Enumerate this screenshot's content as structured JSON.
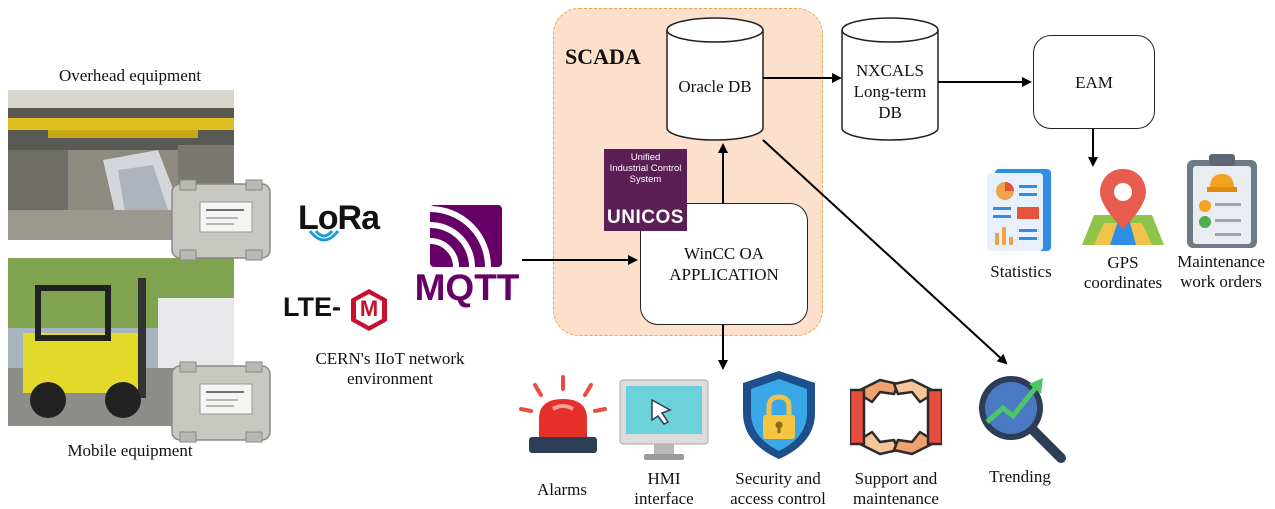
{
  "equipment": {
    "overhead_label": "Overhead equipment",
    "mobile_label": "Mobile equipment"
  },
  "network": {
    "lora_label": "LoRa",
    "lte_label": "LTE-",
    "lte_m_letter": "M",
    "mqtt_label": "MQTT",
    "caption": "CERN's IIoT network\nenvironment"
  },
  "scada": {
    "title": "SCADA",
    "oracle_db": "Oracle DB",
    "wincc_app": "WinCC OA\nAPPLICATION",
    "unicos_small": "Unified\nIndustrial Control\nSystem",
    "unicos_big": "UNICOS"
  },
  "external": {
    "nxcals": "NXCALS\nLong-term\nDB",
    "eam": "EAM"
  },
  "eam_outputs": [
    {
      "label": "Statistics",
      "icon": "statistics-icon"
    },
    {
      "label": "GPS\ncoordinates",
      "icon": "map-pin-icon"
    },
    {
      "label": "Maintenance\nwork orders",
      "icon": "clipboard-icon"
    }
  ],
  "scada_outputs": [
    {
      "label": "Alarms",
      "icon": "siren-icon"
    },
    {
      "label": "HMI\ninterface",
      "icon": "monitor-icon"
    },
    {
      "label": "Security and\naccess control",
      "icon": "shield-lock-icon"
    },
    {
      "label": "Support and\nmaintenance",
      "icon": "hands-icon"
    },
    {
      "label": "Trending",
      "icon": "trend-magnifier-icon"
    }
  ],
  "colors": {
    "scada_bg": "#fde0cc",
    "scada_border": "#f0a450",
    "mqtt_purple": "#660066",
    "lora_blue": "#1e9ad6",
    "unicos_purple": "#5b1f56",
    "lte_red": "#c8102e"
  }
}
